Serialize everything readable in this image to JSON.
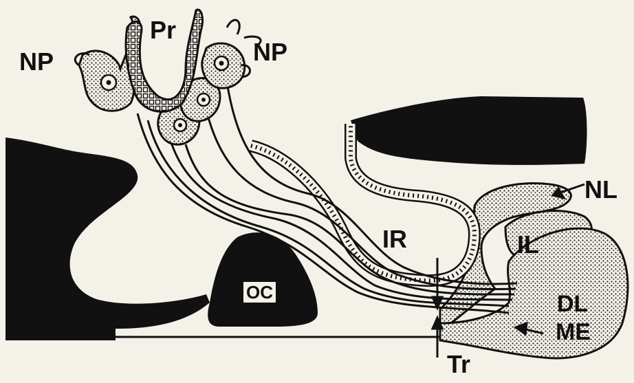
{
  "diagram": {
    "labels": {
      "np_left": "NP",
      "pr": "Pr",
      "np_right": "NP",
      "oc": "OC",
      "ir": "IR",
      "nl": "NL",
      "il": "IL",
      "dl": "DL",
      "me": "ME",
      "tr": "Tr"
    },
    "colors": {
      "background": "#f4f1e8",
      "ink": "#111111"
    }
  }
}
